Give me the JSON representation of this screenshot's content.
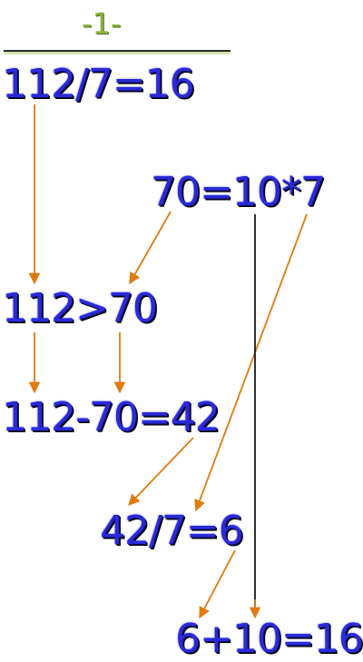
{
  "page_number": "-1-",
  "equations": {
    "problem": "112/7=16",
    "known_product": "70=10*7",
    "comparison": "112>70",
    "subtraction": "112-70=42",
    "remainder_division": "42/7=6",
    "final_sum": "6+10=16"
  },
  "colors": {
    "text": "#2a2ad8",
    "page_number": "#8fb43c",
    "arrow": "#e07a10",
    "vertical_line": "#1a1a1a"
  }
}
